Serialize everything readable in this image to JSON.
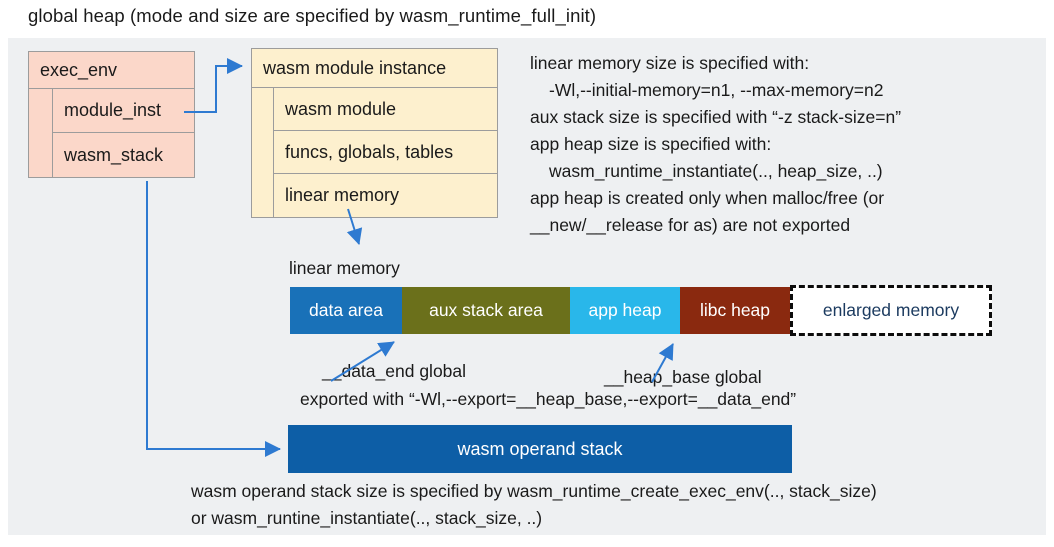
{
  "title": "global heap (mode and size are specified by wasm_runtime_full_init)",
  "exec_env_box": {
    "header": "exec_env",
    "rows": [
      "module_inst",
      "wasm_stack"
    ]
  },
  "module_instance_box": {
    "header": "wasm module instance",
    "rows": [
      "wasm module",
      "funcs, globals, tables",
      "linear memory"
    ]
  },
  "notes_right": {
    "lines": [
      "linear memory size is specified with:",
      "-Wl,--initial-memory=n1, --max-memory=n2",
      "aux stack size is specified with “-z stack-size=n”",
      "app heap size is specified with:",
      "wasm_runtime_instantiate(.., heap_size, ..)",
      "app heap is created only when malloc/free (or",
      "__new/__release for as) are not exported"
    ]
  },
  "linear_memory": {
    "label": "linear memory",
    "segments": [
      {
        "label": "data area",
        "bg": "#1971b8",
        "fg": "#ffffff"
      },
      {
        "label": "aux stack area",
        "bg": "#6b701b",
        "fg": "#ffffff"
      },
      {
        "label": "app heap",
        "bg": "#29b7ea",
        "fg": "#ffffff"
      },
      {
        "label": "libc heap",
        "bg": "#8a290f",
        "fg": "#ffffff"
      },
      {
        "label": "enlarged memory",
        "bg": "#ffffff",
        "fg": "#1b3a5f"
      }
    ]
  },
  "globals_labels": {
    "data_end": "__data_end global",
    "heap_base": "__heap_base global",
    "exported": "exported with “-Wl,--export=__heap_base,--export=__data_end”"
  },
  "operand_stack": {
    "label": "wasm operand stack",
    "bg": "#0d5ea6",
    "note_line1": "wasm operand stack size is specified by wasm_runtime_create_exec_env(.., stack_size)",
    "note_line2": "or wasm_runtine_instantiate(.., stack_size, ..)"
  },
  "colors": {
    "panel_bg": "#eef0f2",
    "exec_env_fill": "#fbd7c9",
    "instance_fill": "#fdf0ce",
    "box_border": "#9c9c9c",
    "arrow": "#2e7ad1",
    "enlarged_text": "#1b3a5f"
  }
}
